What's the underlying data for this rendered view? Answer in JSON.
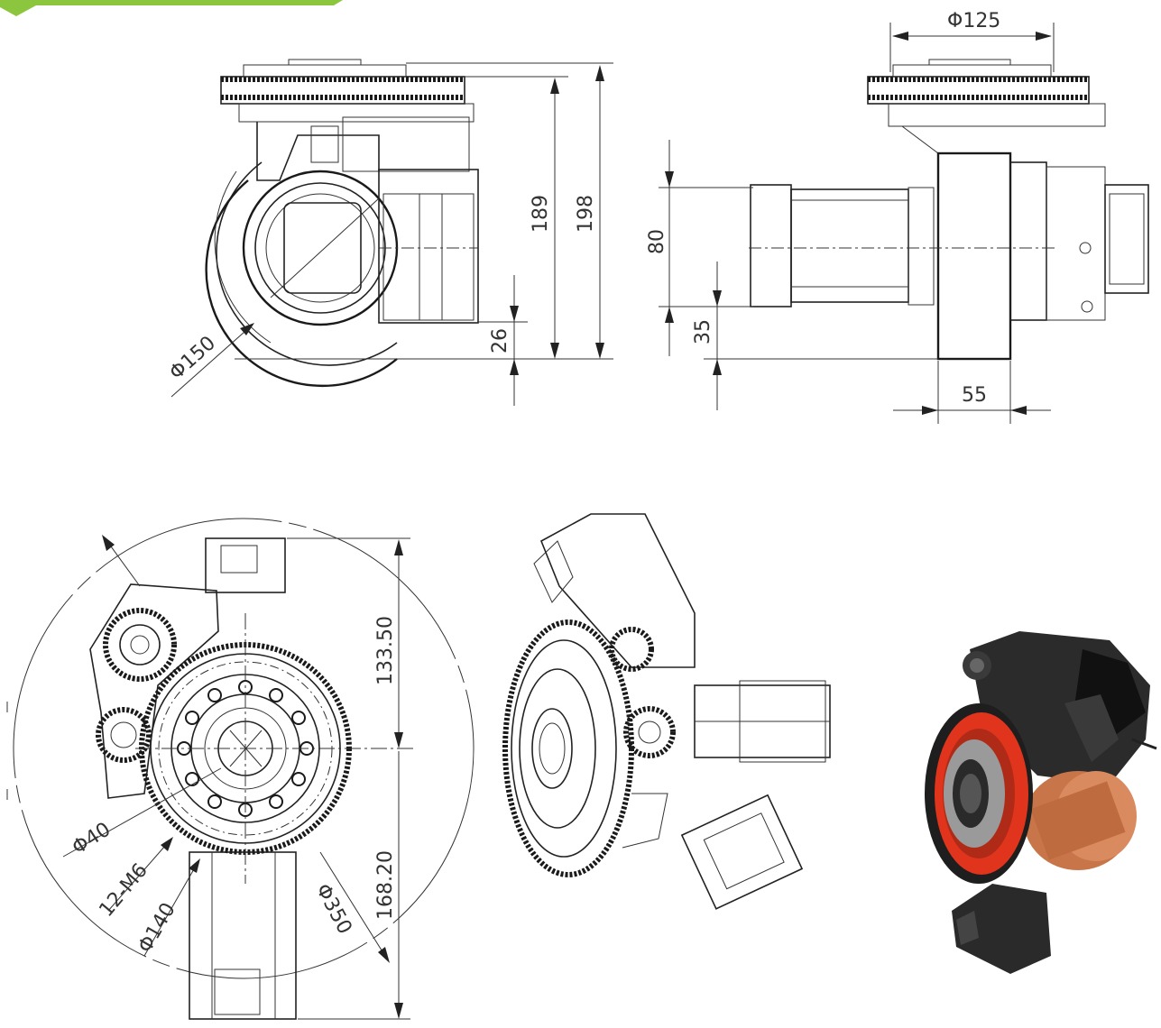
{
  "dimensions": {
    "side_height_small": "189",
    "side_height_total": "198",
    "side_axle_offset": "26",
    "wheel_diameter": "Φ150",
    "top_diameter": "Φ125",
    "front_motor_height": "80",
    "front_axle_offset": "35",
    "front_tread_width": "55",
    "plan_upper": "133.50",
    "plan_lower": "168.20",
    "plan_bore": "Φ40",
    "plan_bolts": "12-M6",
    "plan_pcd": "Φ140",
    "plan_swing": "Φ350"
  },
  "colors": {
    "banner": "#8cc63f",
    "render_ring": "#e0341c",
    "render_tire": "#c8754a",
    "render_body": "#2b2b2b"
  }
}
